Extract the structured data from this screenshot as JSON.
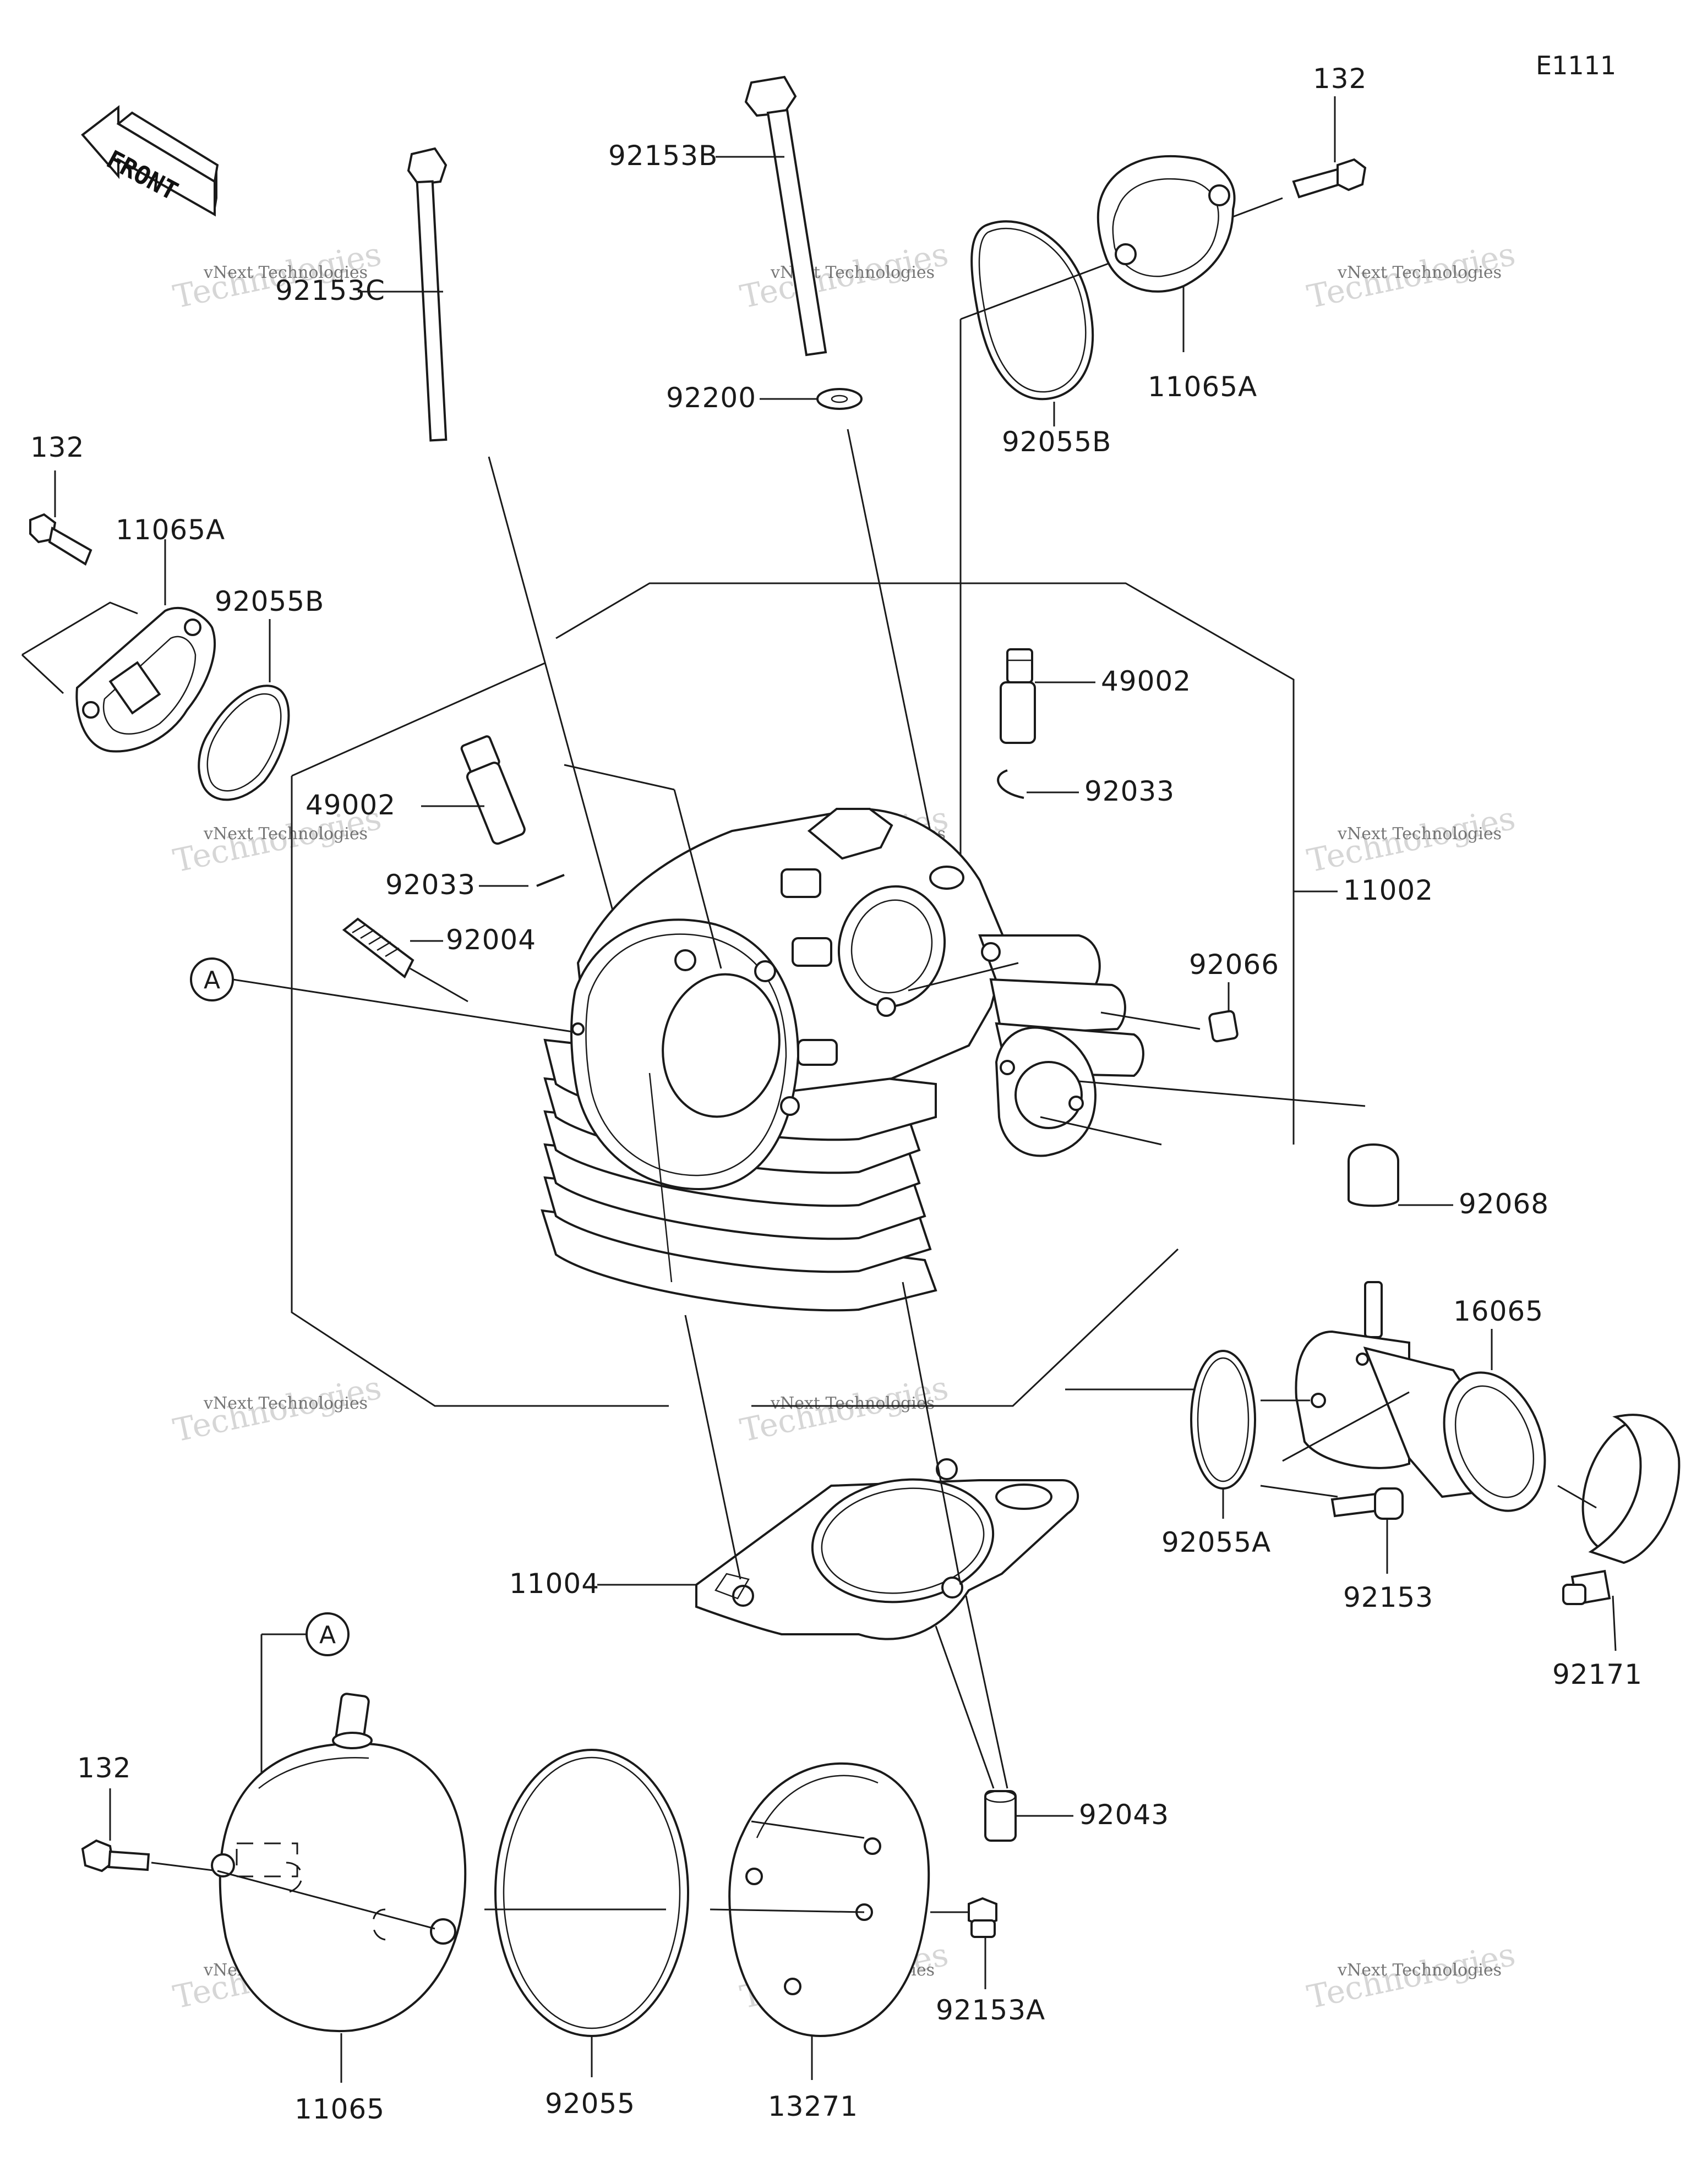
{
  "diagram_code": "E1111",
  "front_label": "FRONT",
  "callout_a": "A",
  "callout_a_ref": "A",
  "parts": {
    "p_92153B": "92153B",
    "p_132_top": "132",
    "p_92153C": "92153C",
    "p_11065A_top": "11065A",
    "p_92200": "92200",
    "p_92055B_top": "92055B",
    "p_132_left": "132",
    "p_11065A_left": "11065A",
    "p_92055B_left": "92055B",
    "p_49002_right": "49002",
    "p_49002_left": "49002",
    "p_92033_right": "92033",
    "p_92033_left": "92033",
    "p_11002": "11002",
    "p_92004": "92004",
    "p_92066": "92066",
    "p_92068": "92068",
    "p_16065": "16065",
    "p_92055A": "92055A",
    "p_92153": "92153",
    "p_11004": "11004",
    "p_92171": "92171",
    "p_132_bottom": "132",
    "p_92043": "92043",
    "p_92153A": "92153A",
    "p_11065": "11065",
    "p_92055": "92055",
    "p_13271": "13271"
  },
  "watermark": {
    "line1": "vNext Technologies",
    "line2": "Technologies",
    "line3": "vNext"
  }
}
